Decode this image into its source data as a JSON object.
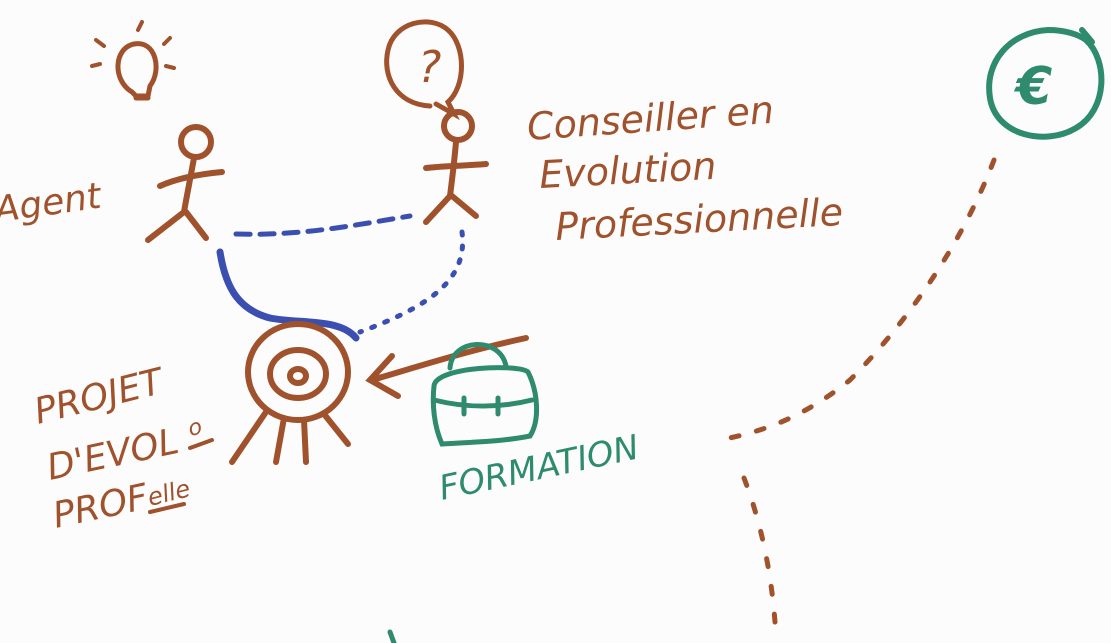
{
  "colors": {
    "brown": "#a0522d",
    "green": "#2e8b6e",
    "blue": "#3b4fb0",
    "paper": "#fcfcfc",
    "yellow": "#e8c24a"
  },
  "icons": [
    "lightbulb-icon",
    "question-bubble-icon",
    "euro-coin-icon",
    "target-icon",
    "briefcase-icon"
  ],
  "labels": {
    "agent": "Agent",
    "conseiller_line1": "Conseiller en",
    "conseiller_line2": "Evolution",
    "conseiller_line3": "Professionnelle",
    "projet_line1": "PROJET",
    "projet_line2": "D'EVOL",
    "projet_line2_sup": "o",
    "projet_line3": "PROF",
    "projet_line3_sup": "elle",
    "formation": "FORMATION",
    "question_mark": "?",
    "euro": "€"
  }
}
